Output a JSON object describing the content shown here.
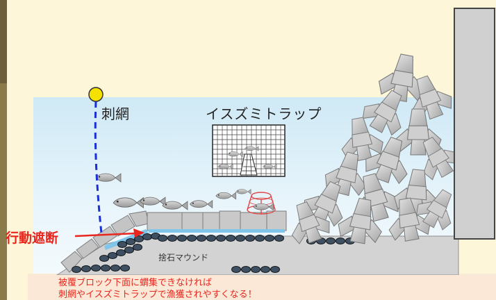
{
  "labels": {
    "gillnet": "刺網",
    "trap": "イスズミトラップ",
    "behavior_block": "行動遮断",
    "rubble_mound": "捨石マウンド"
  },
  "caption": {
    "line1": "被覆ブロック下面に蝟集できなければ",
    "line2": "刺網やイスズミトラップで漁獲されやすくなる！"
  },
  "colors": {
    "water_top": "#d2ebf7",
    "water_bottom": "#e6f4fb",
    "accent_red": "#e8261e",
    "net_line_blue": "#1a2fd4",
    "buoy_yellow": "#f5e100",
    "concrete_gray": "#c9c9c9"
  }
}
